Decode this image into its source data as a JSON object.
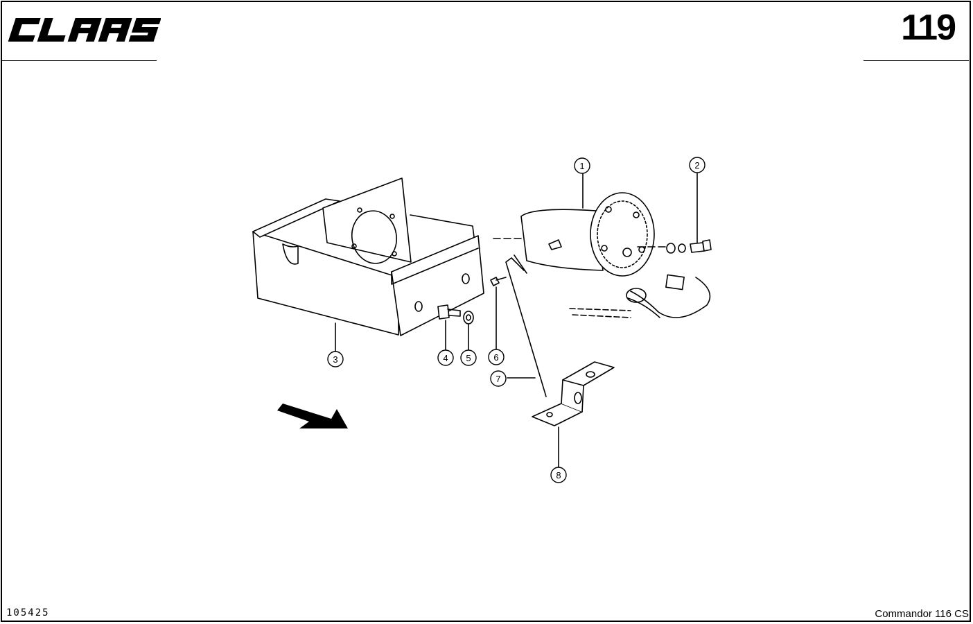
{
  "header": {
    "brand": "CLAAS",
    "page_number": "119"
  },
  "footer": {
    "drawing_id": "105425",
    "model": "Commandor 116 CS"
  },
  "callouts": [
    {
      "number": "1",
      "part": "rotation sensor housing"
    },
    {
      "number": "2",
      "part": "screw"
    },
    {
      "number": "3",
      "part": "shield box"
    },
    {
      "number": "4",
      "part": "bolt"
    },
    {
      "number": "5",
      "part": "washer"
    },
    {
      "number": "6",
      "part": "screw"
    },
    {
      "number": "7",
      "part": "rod"
    },
    {
      "number": "8",
      "part": "bracket"
    }
  ],
  "direction_arrow": "travel-direction-arrow"
}
